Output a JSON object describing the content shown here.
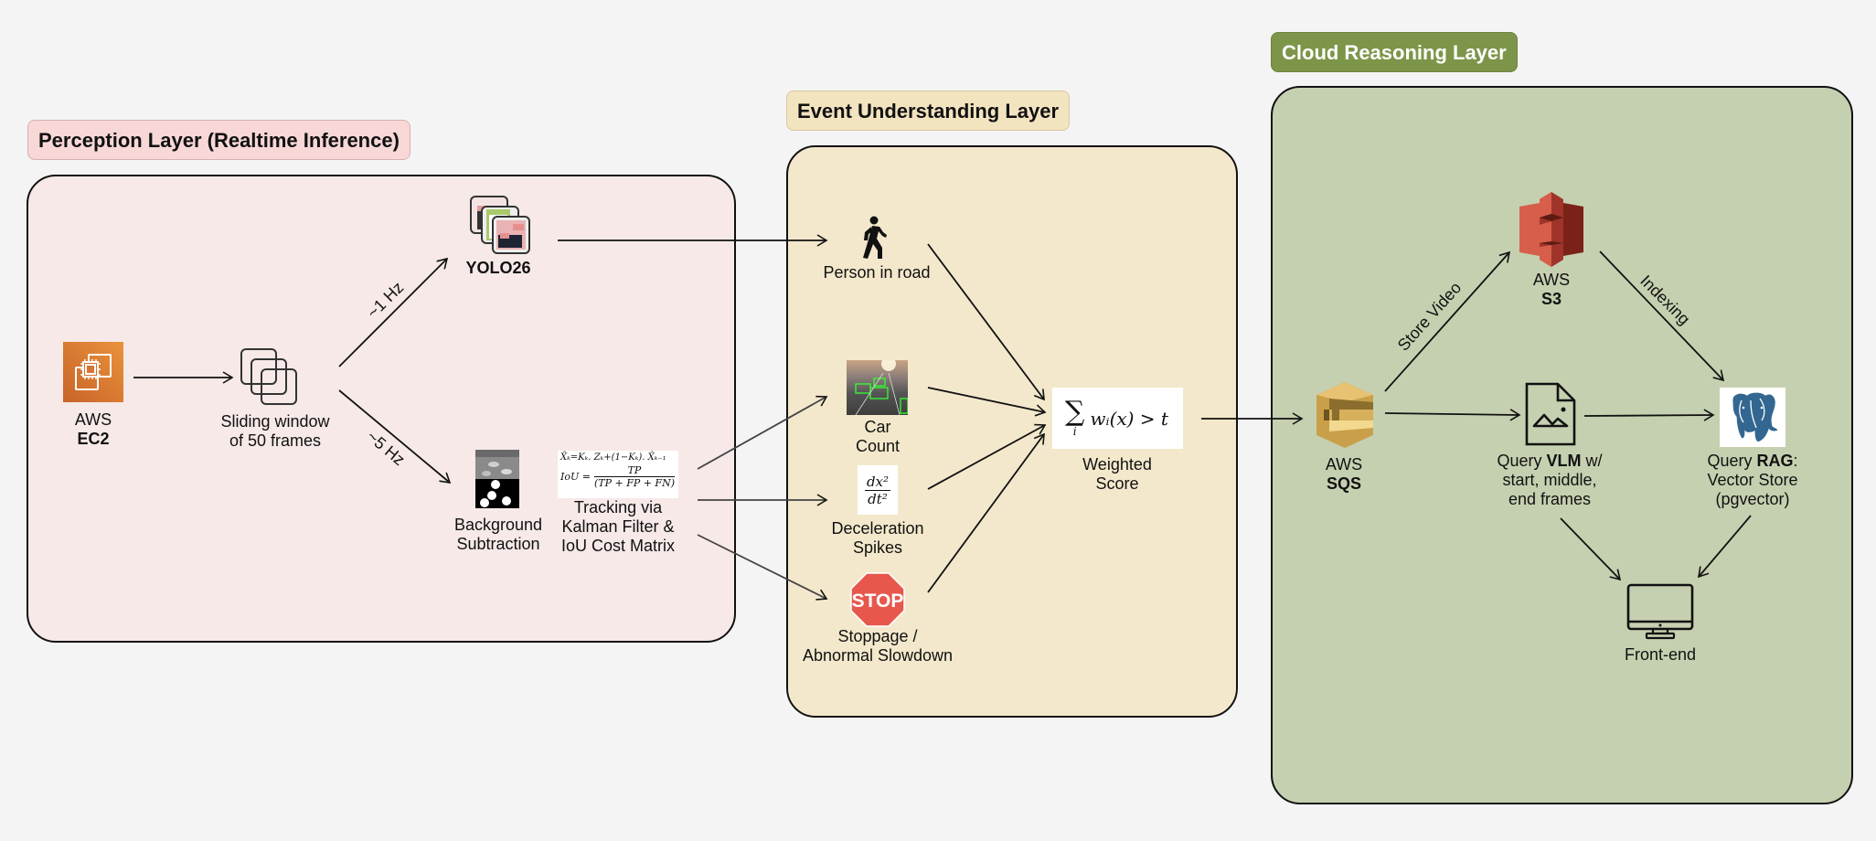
{
  "layers": {
    "perception": {
      "title": "Perception Layer (Realtime Inference)",
      "title_bg": "#f8d7d7",
      "panel_bg": "#f6e9e8"
    },
    "event": {
      "title": "Event Understanding Layer",
      "title_bg": "#f3e4c0",
      "panel_bg": "#f3e8cb"
    },
    "cloud": {
      "title": "Cloud Reasoning Layer",
      "title_bg": "#7d9549",
      "panel_bg": "#c5d0b0"
    }
  },
  "nodes": {
    "ec2": {
      "line1": "AWS",
      "line2": "EC2",
      "icon": "aws-ec2-icon"
    },
    "sliding_window": {
      "line1": "Sliding window",
      "line2": "of 50 frames",
      "icon": "stacked-frames-icon"
    },
    "yolo": {
      "label": "YOLO26",
      "icon": "detection-frames-icon"
    },
    "bg_sub": {
      "line1": "Background",
      "line2": "Subtraction",
      "icon": "background-subtraction-image"
    },
    "tracking": {
      "line1": "Tracking via",
      "line2": "Kalman Filter &",
      "line3": "IoU Cost Matrix",
      "formula1": "X̂ₖ=Kₖ. Zₖ+(1−Kₖ). X̂ₖ₋₁",
      "formula2_lhs": "IoU =",
      "formula2_num": "TP",
      "formula2_den": "(TP + FP + FN)"
    },
    "person": {
      "label": "Person in road",
      "icon": "pedestrian-icon"
    },
    "car_count": {
      "line1": "Car",
      "line2": "Count",
      "icon": "car-detection-image"
    },
    "decel": {
      "line1": "Deceleration",
      "line2": "Spikes",
      "formula_num": "dx²",
      "formula_den": "dt²"
    },
    "stoppage": {
      "line1": "Stoppage /",
      "line2": "Abnormal Slowdown",
      "sign_text": "STOP"
    },
    "weighted": {
      "line1": "Weighted",
      "line2": "Score",
      "formula": "wᵢ(x) > t",
      "sum": "∑",
      "sum_sub": "i"
    },
    "sqs": {
      "line1": "AWS",
      "line2": "SQS",
      "icon": "aws-sqs-icon"
    },
    "s3": {
      "line1": "AWS",
      "line2": "S3",
      "icon": "aws-s3-icon"
    },
    "vlm": {
      "pre": "Query ",
      "bold": "VLM",
      "post": " w/",
      "line2": "start, middle,",
      "line3": "end frames",
      "icon": "image-file-icon"
    },
    "rag": {
      "pre": "Query ",
      "bold": "RAG",
      "post": ":",
      "line2": "Vector Store",
      "line3": "(pgvector)",
      "icon": "postgresql-elephant-icon"
    },
    "frontend": {
      "label": "Front-end",
      "icon": "monitor-icon"
    }
  },
  "edge_labels": {
    "one_hz": "~1 Hz",
    "five_hz": "~5 Hz",
    "store_video": "Store Video",
    "indexing": "Indexing"
  }
}
